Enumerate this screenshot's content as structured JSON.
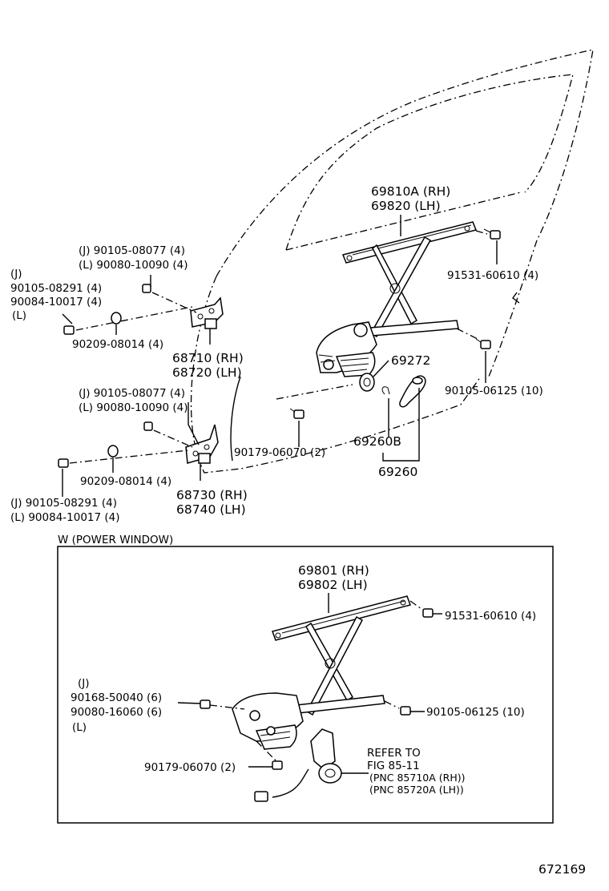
{
  "labels": {
    "l_69810a": "69810A (RH)",
    "l_69820": "69820   (LH)",
    "l_91531_a": "91531-60610 (4)",
    "l_90105_06125_a": "90105-06125 (10)",
    "l_69272": "69272",
    "l_69260b": "69260B",
    "l_69260": "69260",
    "l_90179_a": "90179-06070 (2)",
    "l_j_upper_bolt": "(J) 90105-08077 (4)",
    "l_l_upper_bolt": "(L) 90080-10090 (4)",
    "l_j_mark": "(J)",
    "l_90105_08291_a": "90105-08291 (4)",
    "l_90084_10017_a": "90084-10017 (4)",
    "l_l_mark": "(L)",
    "l_90209_a": "90209-08014 (4)",
    "l_68710": "68710 (RH)",
    "l_68720": "68720 (LH)",
    "l_j_lower_bolt": "(J) 90105-08077 (4)",
    "l_l_lower_bolt": "(L) 90080-10090 (4)",
    "l_90209_b": "90209-08014 (4)",
    "l_68730": "68730 (RH)",
    "l_68740": "68740 (LH)",
    "l_j_lower_screw": "(J) 90105-08291 (4)",
    "l_l_lower_screw": "(L) 90084-10017 (4)",
    "power_window_title": "W (POWER WINDOW)",
    "l_69801": "69801 (RH)",
    "l_69802": "69802 (LH)",
    "l_91531_b": "91531-60610 (4)",
    "l_pw_j": "(J)",
    "l_90168": "90168-50040 (6)",
    "l_90080_16060": "90080-16060 (6)",
    "l_pw_l": "(L)",
    "l_90105_06125_b": "90105-06125 (10)",
    "l_90179_b": "90179-06070 (2)",
    "l_refer_to": "REFER TO",
    "l_fig": "FIG 85-11",
    "l_pnc_rh": "(PNC 85710A (RH))",
    "l_pnc_lh": "(PNC 85720A (LH))",
    "figure_number": "672169"
  },
  "icons": {
    "regulator": "window-regulator-icon",
    "power_regulator": "power-window-regulator-icon",
    "motor": "window-motor-icon",
    "hinge_upper": "door-hinge-icon",
    "hinge_lower": "door-hinge-icon",
    "handle": "window-crank-handle-icon",
    "clip": "handle-clip-icon",
    "washer": "washer-icon",
    "bolt": "bolt-icon"
  }
}
